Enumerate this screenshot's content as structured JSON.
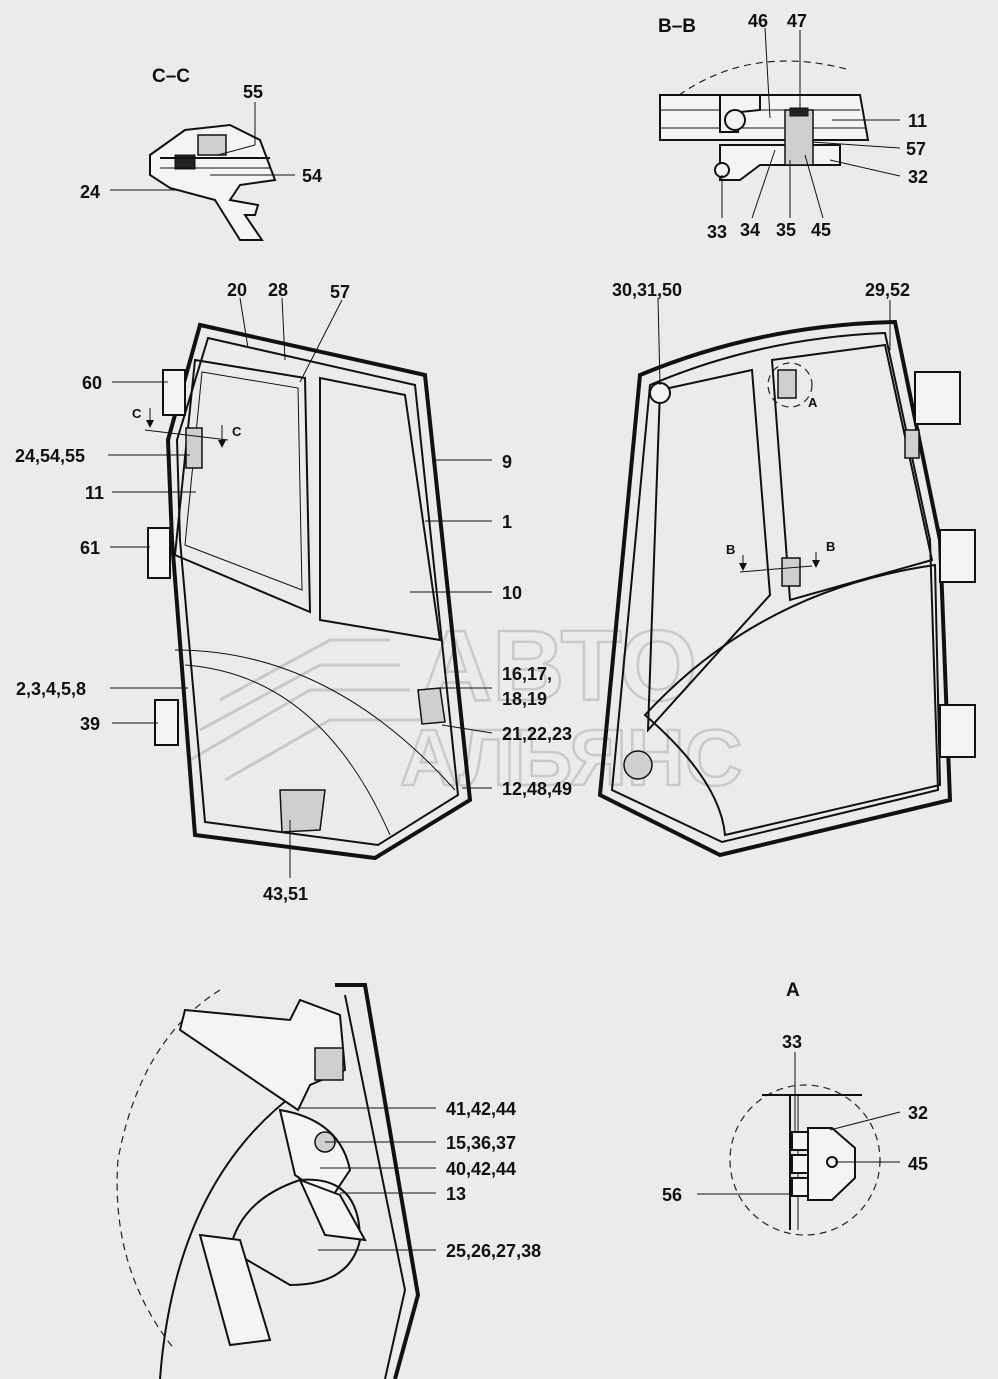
{
  "watermark": {
    "line1": "АВТО",
    "line2": "АЛЬЯНС"
  },
  "views": {
    "section_cc": "C–C",
    "section_bb": "B–B",
    "detail_a": "A"
  },
  "section_markers": {
    "c_left": "C",
    "c_right": "C",
    "b_left": "B",
    "b_right": "B",
    "a_ref": "A"
  },
  "callouts": {
    "cc_55": "55",
    "cc_54": "54",
    "cc_24": "24",
    "bb_46": "46",
    "bb_47": "47",
    "bb_11": "11",
    "bb_57": "57",
    "bb_32": "32",
    "bb_33": "33",
    "bb_34": "34",
    "bb_35": "35",
    "bb_45": "45",
    "door_20": "20",
    "door_28": "28",
    "door_57": "57",
    "door_60": "60",
    "door_24_54_55": "24,54,55",
    "door_11": "11",
    "door_61": "61",
    "door_2_3_4_5_8": "2,3,4,5,8",
    "door_39": "39",
    "door_43_51": "43,51",
    "door_9": "9",
    "door_1": "1",
    "door_10": "10",
    "door_16_17": "16,17,",
    "door_18_19": "18,19",
    "door_21_22_23": "21,22,23",
    "door_12_48_49": "12,48,49",
    "right_30_31_50": "30,31,50",
    "right_29_52": "29,52",
    "lower_41_42_44": "41,42,44",
    "lower_15_36_37": "15,36,37",
    "lower_40_42_44": "40,42,44",
    "lower_13": "13",
    "lower_25_26_27_38": "25,26,27,38",
    "a_33": "33",
    "a_32": "32",
    "a_45": "45",
    "a_56": "56"
  }
}
